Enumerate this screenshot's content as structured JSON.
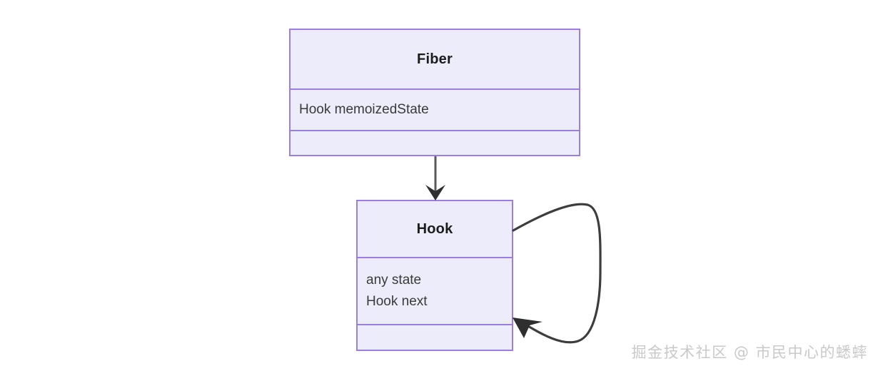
{
  "diagram": {
    "type": "uml-class-diagram",
    "background_color": "#ffffff",
    "box_fill_color": "#ececfb",
    "box_border_color": "#9a7fe0",
    "connector_color": "#3d3d3d",
    "classes": [
      {
        "id": "fiber",
        "name": "Fiber",
        "attributes": [
          "Hook memoizedState"
        ],
        "methods": []
      },
      {
        "id": "hook",
        "name": "Hook",
        "attributes": [
          "any state",
          "Hook next"
        ],
        "methods": []
      }
    ],
    "connectors": [
      {
        "id": "fiber-to-hook",
        "from": "fiber",
        "to": "hook",
        "style": "solid",
        "arrow": "open-arrowhead",
        "direction": "down"
      },
      {
        "id": "hook-self-loop",
        "from": "hook",
        "to": "hook",
        "style": "solid-curved",
        "arrow": "open-arrowhead",
        "direction": "self-reference"
      }
    ]
  },
  "top_crop": {
    "text": ""
  },
  "watermark": {
    "text": "掘金技术社区 @ 市民中心的蟋蟀"
  }
}
